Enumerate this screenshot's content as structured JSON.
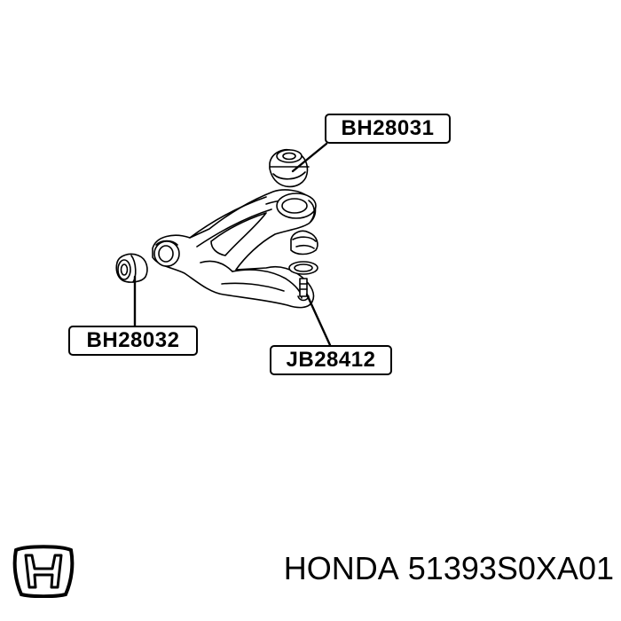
{
  "callouts": {
    "upper_bushing": "BH28031",
    "rear_bushing": "BH28032",
    "ball_joint": "JB28412"
  },
  "footer": {
    "brand": "HONDA",
    "part_number": "51393S0XA01"
  },
  "icons": {
    "logo": "honda-h-logo"
  },
  "colors": {
    "ink": "#000000",
    "background": "#ffffff"
  }
}
